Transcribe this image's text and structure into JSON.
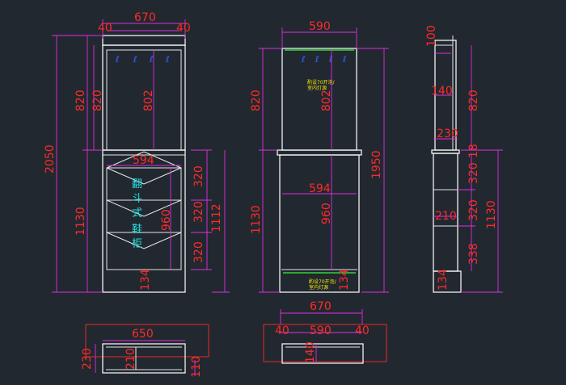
{
  "front": {
    "top_width": "670",
    "top_left_side": "40",
    "top_right_side": "40",
    "upper_height_a": "820",
    "upper_height_b": "820",
    "glass_height": "802",
    "total_height": "2050",
    "lower_height": "1130",
    "inner_width": "594",
    "flap_1": "320",
    "flap_2": "320",
    "flap_3": "320",
    "lower_inner": "960",
    "lower_total": "1112",
    "plinth": "134",
    "cabinet_label": [
      "翻",
      "斗",
      "式",
      "鞋",
      "柜"
    ]
  },
  "side_front": {
    "top_width": "590",
    "upper_height": "820",
    "glass_height": "802",
    "total_height": "1950",
    "lower_height": "1130",
    "inner_width": "594",
    "lower_inner": "960",
    "plinth": "134",
    "note_top": "酌设70开泡/\n室内灯源",
    "note_bottom": "酌设70开泡/\n室内灯源"
  },
  "profile": {
    "top_cap": "100",
    "shelf_depth": "140",
    "upper_height": "820",
    "mid_depth": "230",
    "mid_gap": "18",
    "seg_1": "320",
    "seg_depth": "210",
    "seg_2": "320",
    "seg_3": "338",
    "lower_height": "1130",
    "plinth": "134"
  },
  "plan_left": {
    "width": "650",
    "depth": "230",
    "inner_depth": "210",
    "foot": "110"
  },
  "plan_right": {
    "overall": "670",
    "left": "40",
    "mid": "590",
    "right": "40",
    "depth": "140"
  }
}
